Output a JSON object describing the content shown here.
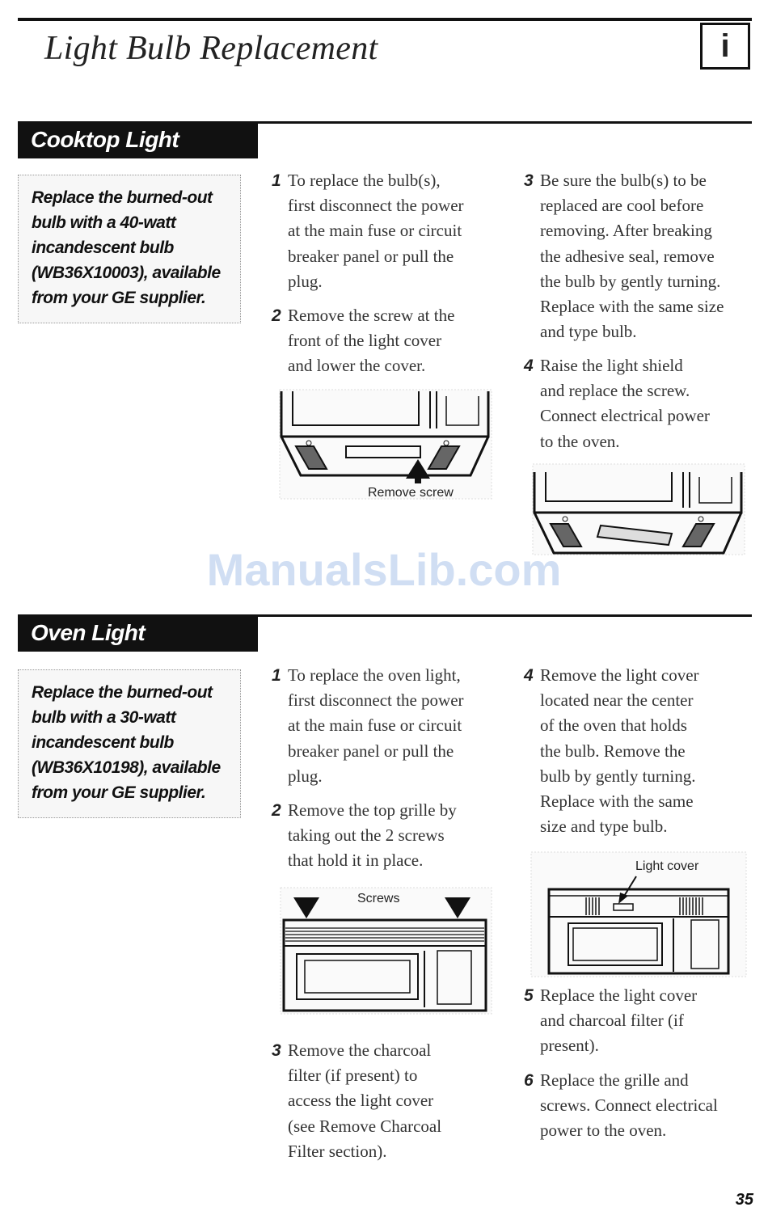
{
  "page": {
    "title": "Light Bulb Replacement",
    "info_icon_glyph": "i",
    "page_number": "35",
    "watermark": "ManualsLib.com"
  },
  "cooktop": {
    "heading": "Cooktop Light",
    "note_lines": [
      "Replace the burned-out",
      "bulb with a 40-watt",
      "incandescent bulb",
      "(WB36X10003), available",
      "from your GE supplier."
    ],
    "steps": [
      {
        "num": "1",
        "lines": [
          "To replace the bulb(s),",
          "first disconnect the power",
          "at the main fuse or circuit",
          "breaker panel or pull the",
          "plug."
        ]
      },
      {
        "num": "2",
        "lines": [
          "Remove the screw at the",
          "front of the light cover",
          "and lower the cover."
        ]
      },
      {
        "num": "3",
        "lines": [
          "Be sure the bulb(s) to be",
          "replaced are cool before",
          "removing. After breaking",
          "the adhesive seal, remove",
          "the bulb by gently turning.",
          "Replace with the same size",
          "and type bulb."
        ]
      },
      {
        "num": "4",
        "lines": [
          "Raise the light shield",
          "and replace the screw.",
          "Connect electrical power",
          "to the oven."
        ]
      }
    ],
    "figure1_label": "Remove screw"
  },
  "oven": {
    "heading": "Oven Light",
    "note_lines": [
      "Replace the burned-out",
      "bulb with a 30-watt",
      "incandescent bulb",
      "(WB36X10198), available",
      "from your GE supplier."
    ],
    "steps": [
      {
        "num": "1",
        "lines": [
          "To replace the oven light,",
          "first disconnect the power",
          "at the main fuse or circuit",
          "breaker panel or pull the",
          "plug."
        ]
      },
      {
        "num": "2",
        "lines": [
          "Remove the top grille by",
          "taking out the 2 screws",
          "that hold it in place."
        ]
      },
      {
        "num": "3",
        "lines": [
          "Remove the charcoal",
          "filter (if present) to",
          "access the light cover",
          "(see Remove Charcoal",
          "Filter section)."
        ]
      },
      {
        "num": "4",
        "lines": [
          "Remove the light cover",
          "located near the center",
          "of the oven that holds",
          "the bulb. Remove the",
          "bulb by gently turning.",
          "Replace with the same",
          "size and type bulb."
        ]
      },
      {
        "num": "5",
        "lines": [
          "Replace the light cover",
          "and charcoal filter (if",
          "present)."
        ]
      },
      {
        "num": "6",
        "lines": [
          "Replace the grille and",
          "screws. Connect electrical",
          "power to the oven."
        ]
      }
    ],
    "figure_screws_label": "Screws",
    "figure_lightcover_label": "Light cover"
  }
}
